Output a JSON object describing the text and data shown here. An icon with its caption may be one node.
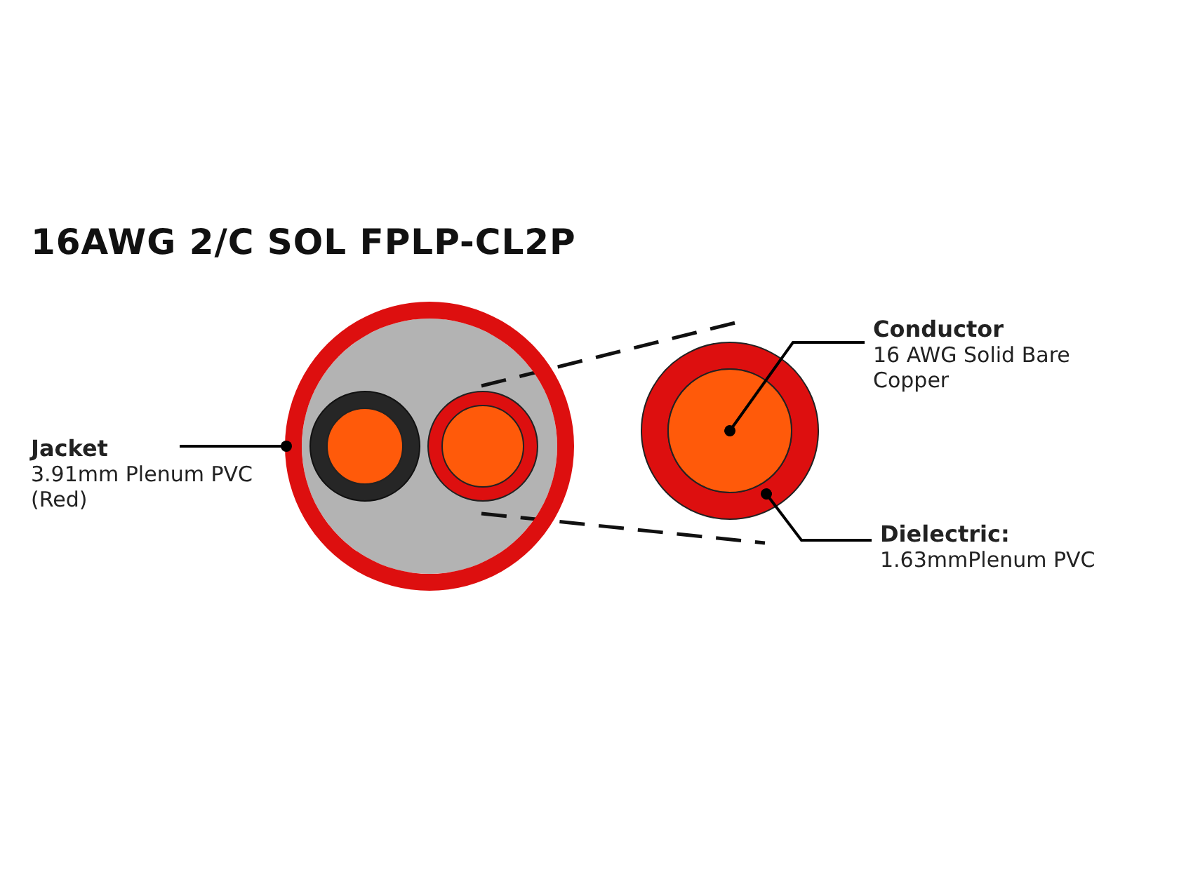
{
  "diagram": {
    "title": "16AWG 2/C SOL FPLP-CL2P",
    "nodes": [
      {
        "text": [
          "Jacket",
          "3.91mm Plenum PVC (Red)"
        ]
      },
      {
        "text": [],
        "shape": "circle"
      },
      {
        "text": [],
        "shape": "circle"
      },
      {
        "text": [],
        "shape": "circle",
        "in": 2
      },
      {
        "text": [
          "Conductor",
          "16 AWG Solid Bare Copper"
        ]
      },
      {
        "text": [
          "Dielectric:",
          "1.63mmPlenum PVC"
        ]
      }
    ],
    "edges": [
      {
        "from": 0,
        "to": 1,
        "arrow": "other"
      },
      {
        "from": 4,
        "to": 3,
        "arrow": "other"
      },
      {
        "from": 5,
        "to": 2,
        "arrow": "other"
      }
    ]
  }
}
